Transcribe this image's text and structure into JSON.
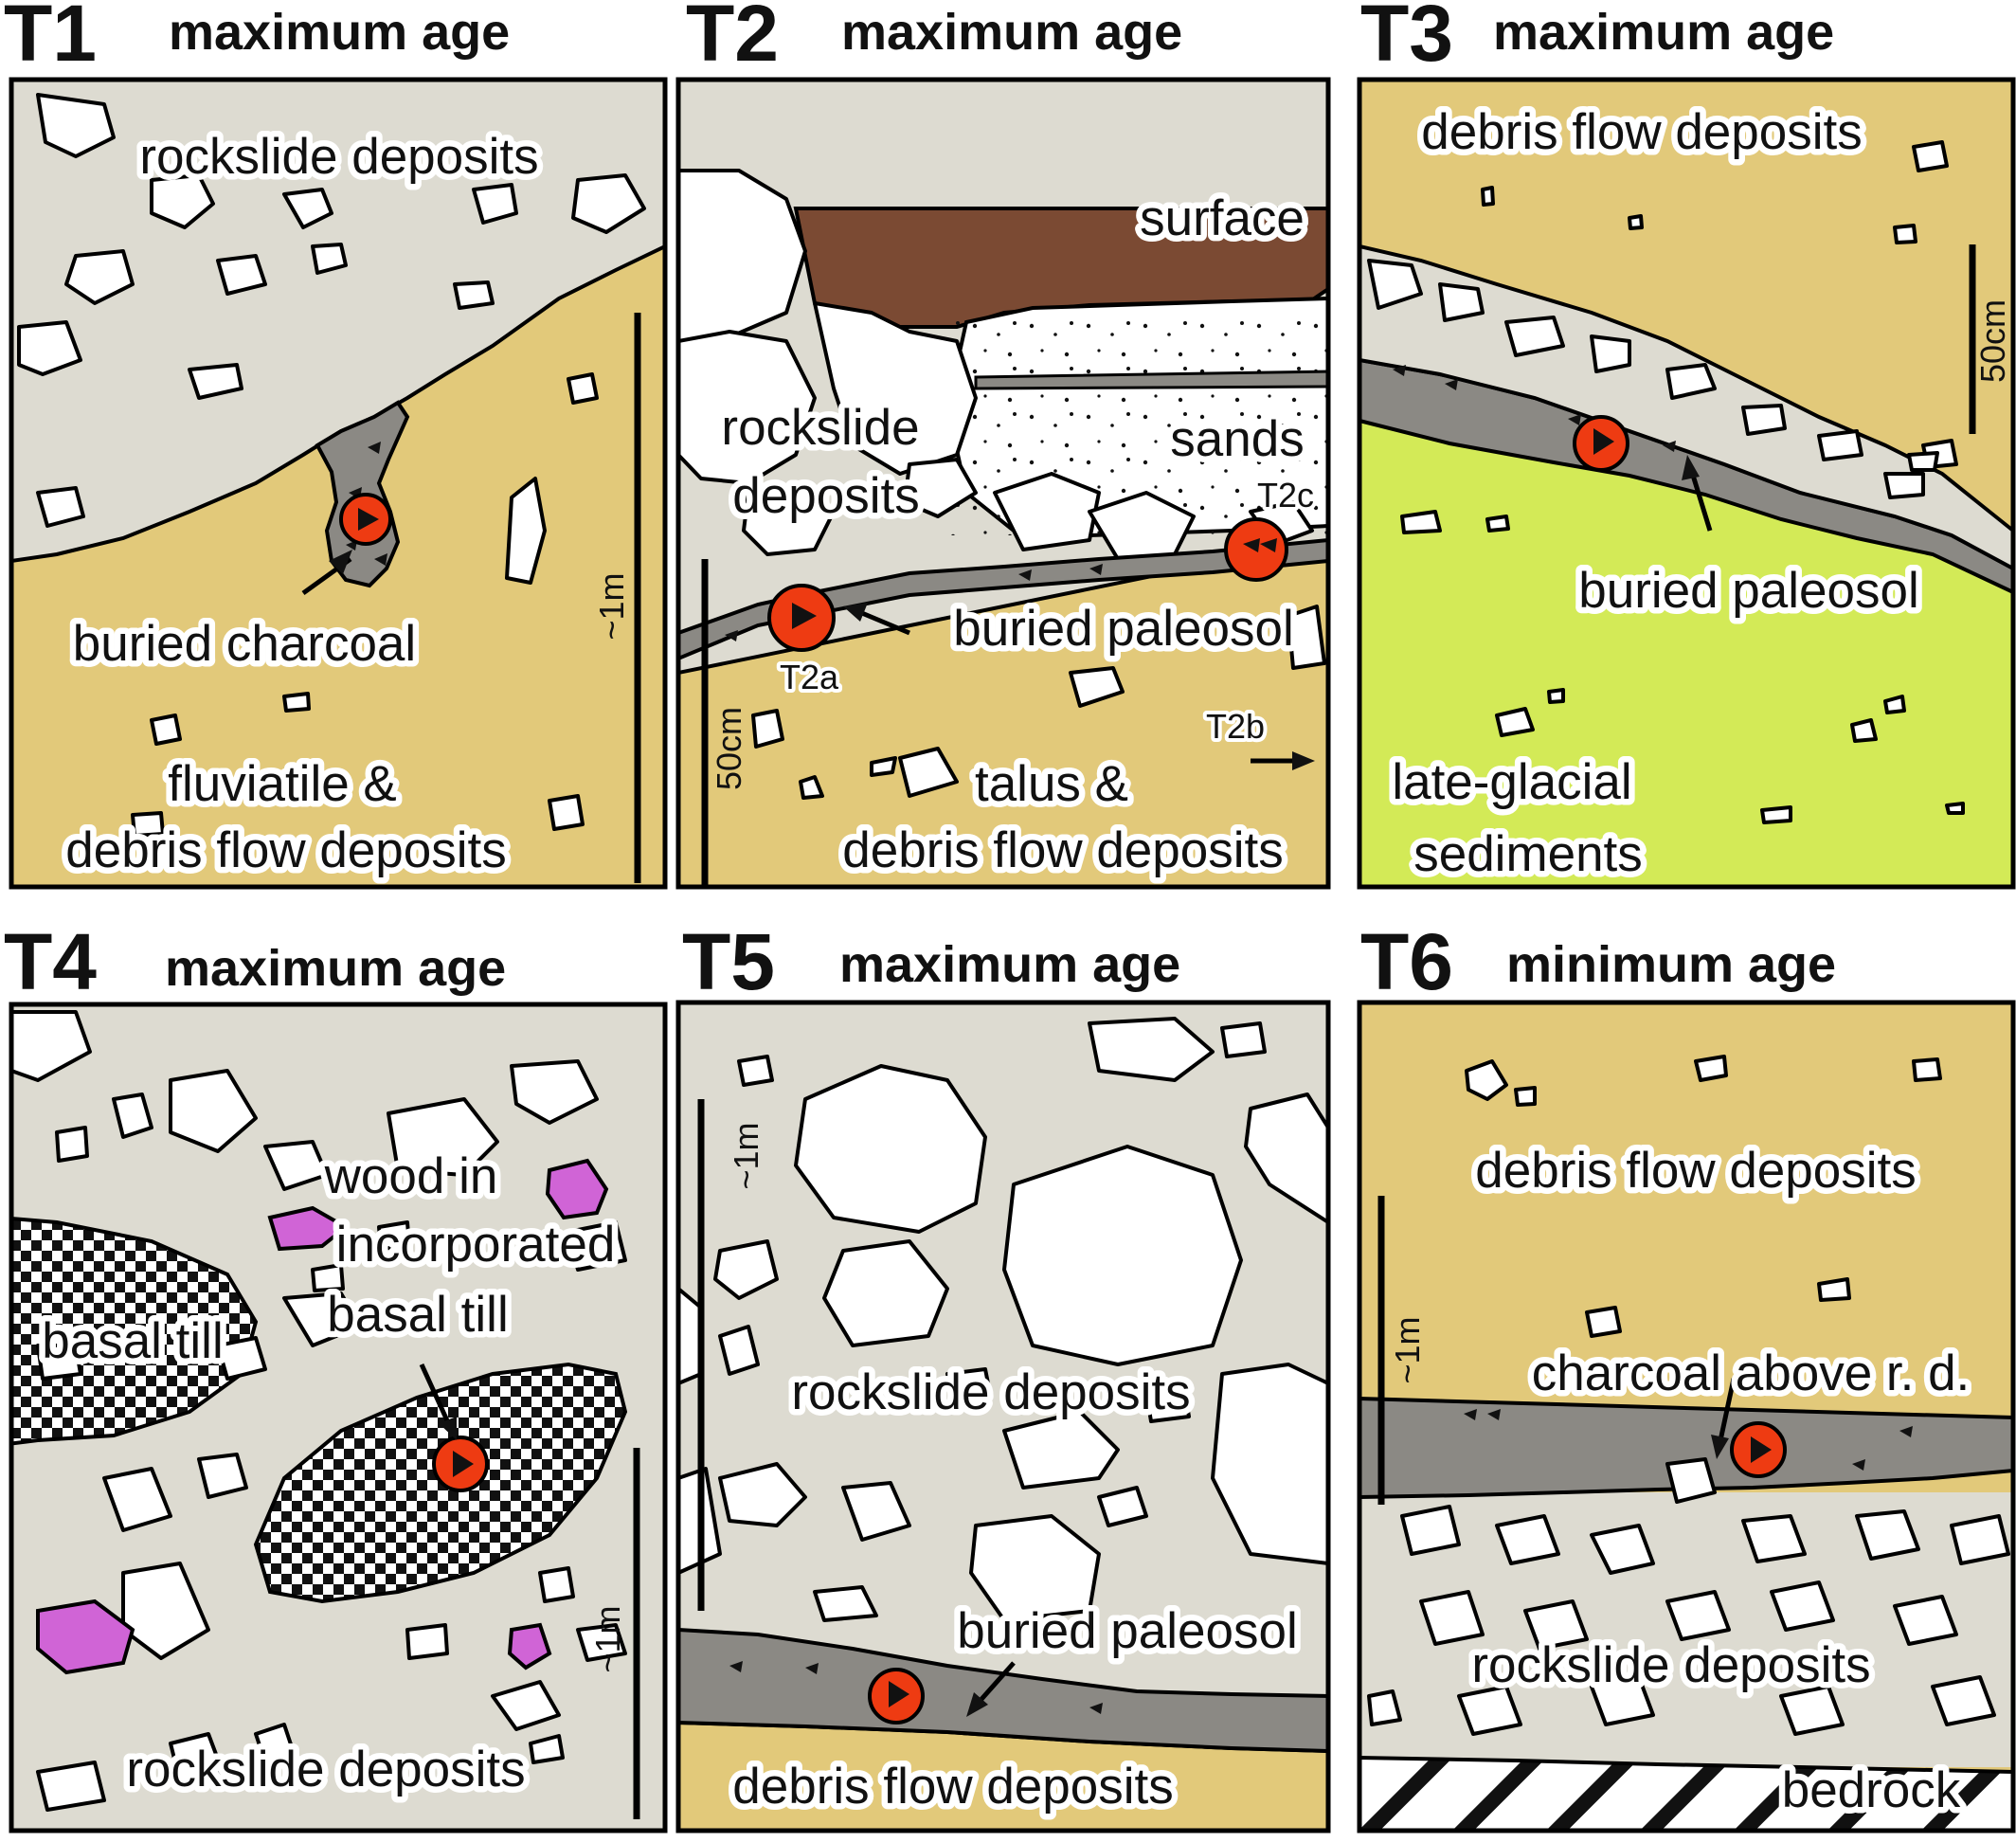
{
  "colors": {
    "rockslide": "#dddbd1",
    "yellow": "#e2c97a",
    "green": "#d3ea57",
    "soil": "#8b8984",
    "surface": "#7b4a33",
    "sample": "#ee3b12",
    "wood": "#d064d6"
  },
  "panels": {
    "t1": {
      "id": "T1",
      "title": "maximum age",
      "labels": {
        "top": "rockslide deposits",
        "sample": "buried charcoal",
        "bottom1": "fluviatile &",
        "bottom2": "debris flow deposits"
      },
      "scale": "~1m"
    },
    "t2": {
      "id": "T2",
      "title": "maximum age",
      "labels": {
        "surface": "surface",
        "rockslide1": "rockslide",
        "rockslide2": "deposits",
        "sands": "sands",
        "paleosol": "buried paleosol",
        "bottom1": "talus &",
        "bottom2": "debris flow deposits"
      },
      "samples": {
        "a": "T2a",
        "b": "T2b",
        "c": "T2c"
      },
      "scale": "50cm"
    },
    "t3": {
      "id": "T3",
      "title": "maximum age",
      "labels": {
        "top": "debris flow deposits",
        "paleosol": "buried paleosol",
        "bottom1": "late-glacial",
        "bottom2": "sediments"
      },
      "scale": "50cm"
    },
    "t4": {
      "id": "T4",
      "title": "maximum age",
      "labels": {
        "till": "basal till",
        "wood1": "wood in",
        "wood2": "incorporated",
        "wood3": "basal till",
        "bottom": "rockslide deposits"
      },
      "scale": "~1m"
    },
    "t5": {
      "id": "T5",
      "title": "maximum age",
      "labels": {
        "main": "rockslide deposits",
        "paleosol": "buried paleosol",
        "bottom": "debris flow deposits"
      },
      "scale": "~1m"
    },
    "t6": {
      "id": "T6",
      "title": "minimum age",
      "labels": {
        "top": "debris flow deposits",
        "charcoal": "charcoal above r. d.",
        "rockslide": "rockslide deposits",
        "bedrock": "bedrock"
      },
      "scale": "~1m"
    }
  }
}
